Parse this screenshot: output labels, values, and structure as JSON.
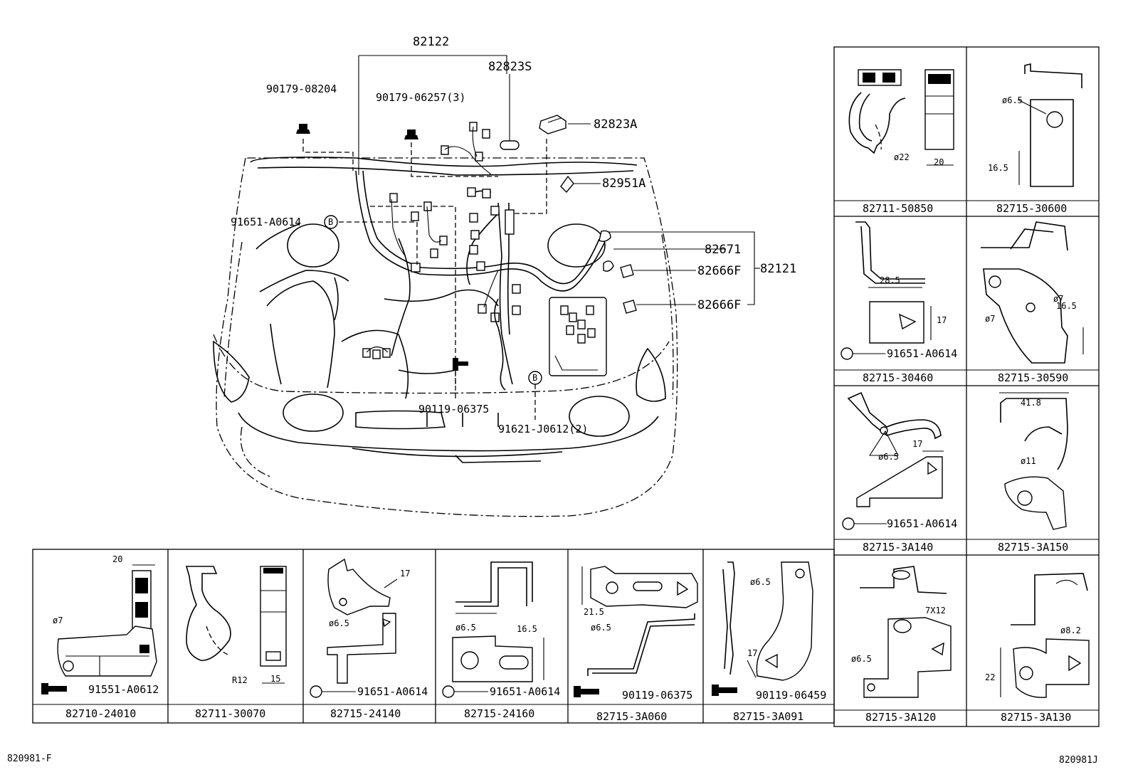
{
  "main_labels": {
    "harness_82122": "82122",
    "p82823S": "82823S",
    "p90179_08204": "90179-08204",
    "p90179_06257": "90179-06257(3)",
    "p82823A": "82823A",
    "p82951A": "82951A",
    "p91651_A0614": "91651-A0614",
    "p82671": "82671",
    "p82666F_a": "82666F",
    "p82666F_b": "82666F",
    "harness_82121": "82121",
    "p90119_06375": "90119-06375",
    "p91621_J0612": "91621-J0612(2)",
    "marker_b": "B"
  },
  "right_grid": [
    {
      "caption": "82711-50850",
      "dims": [
        "ø22",
        "20"
      ]
    },
    {
      "caption": "82715-30600",
      "dims": [
        "ø6.5",
        "16.5"
      ]
    },
    {
      "caption": "82715-30460",
      "dims": [
        "28.5",
        "17"
      ],
      "fastener": "91651-A0614"
    },
    {
      "caption": "82715-30590",
      "dims": [
        "ø7",
        "ø7",
        "16.5"
      ]
    },
    {
      "caption": "82715-3A140",
      "dims": [
        "ø6.5",
        "17"
      ],
      "fastener": "91651-A0614"
    },
    {
      "caption": "82715-3A150",
      "dims": [
        "41.8",
        "ø11"
      ]
    },
    {
      "caption": "82715-3A120",
      "dims": [
        "7X12",
        "ø6.5"
      ]
    },
    {
      "caption": "82715-3A130",
      "dims": [
        "ø8.2",
        "22"
      ]
    }
  ],
  "bottom_row": [
    {
      "caption": "82710-24010",
      "dims": [
        "20",
        "ø7"
      ],
      "fastener": "91551-A0612"
    },
    {
      "caption": "82711-30070",
      "dims": [
        "R12",
        "15"
      ]
    },
    {
      "caption": "82715-24140",
      "dims": [
        "17",
        "ø6.5"
      ],
      "fastener": "91651-A0614"
    },
    {
      "caption": "82715-24160",
      "dims": [
        "ø6.5",
        "16.5"
      ],
      "fastener": "91651-A0614"
    },
    {
      "caption": "82715-3A060",
      "dims": [
        "21.5",
        "ø6.5"
      ],
      "fastener": "90119-06375"
    },
    {
      "caption": "82715-3A091",
      "dims": [
        "ø6.5",
        "17"
      ],
      "fastener": "90119-06459"
    }
  ],
  "footer": {
    "left_code": "820981-F",
    "right_code": "820981J"
  }
}
